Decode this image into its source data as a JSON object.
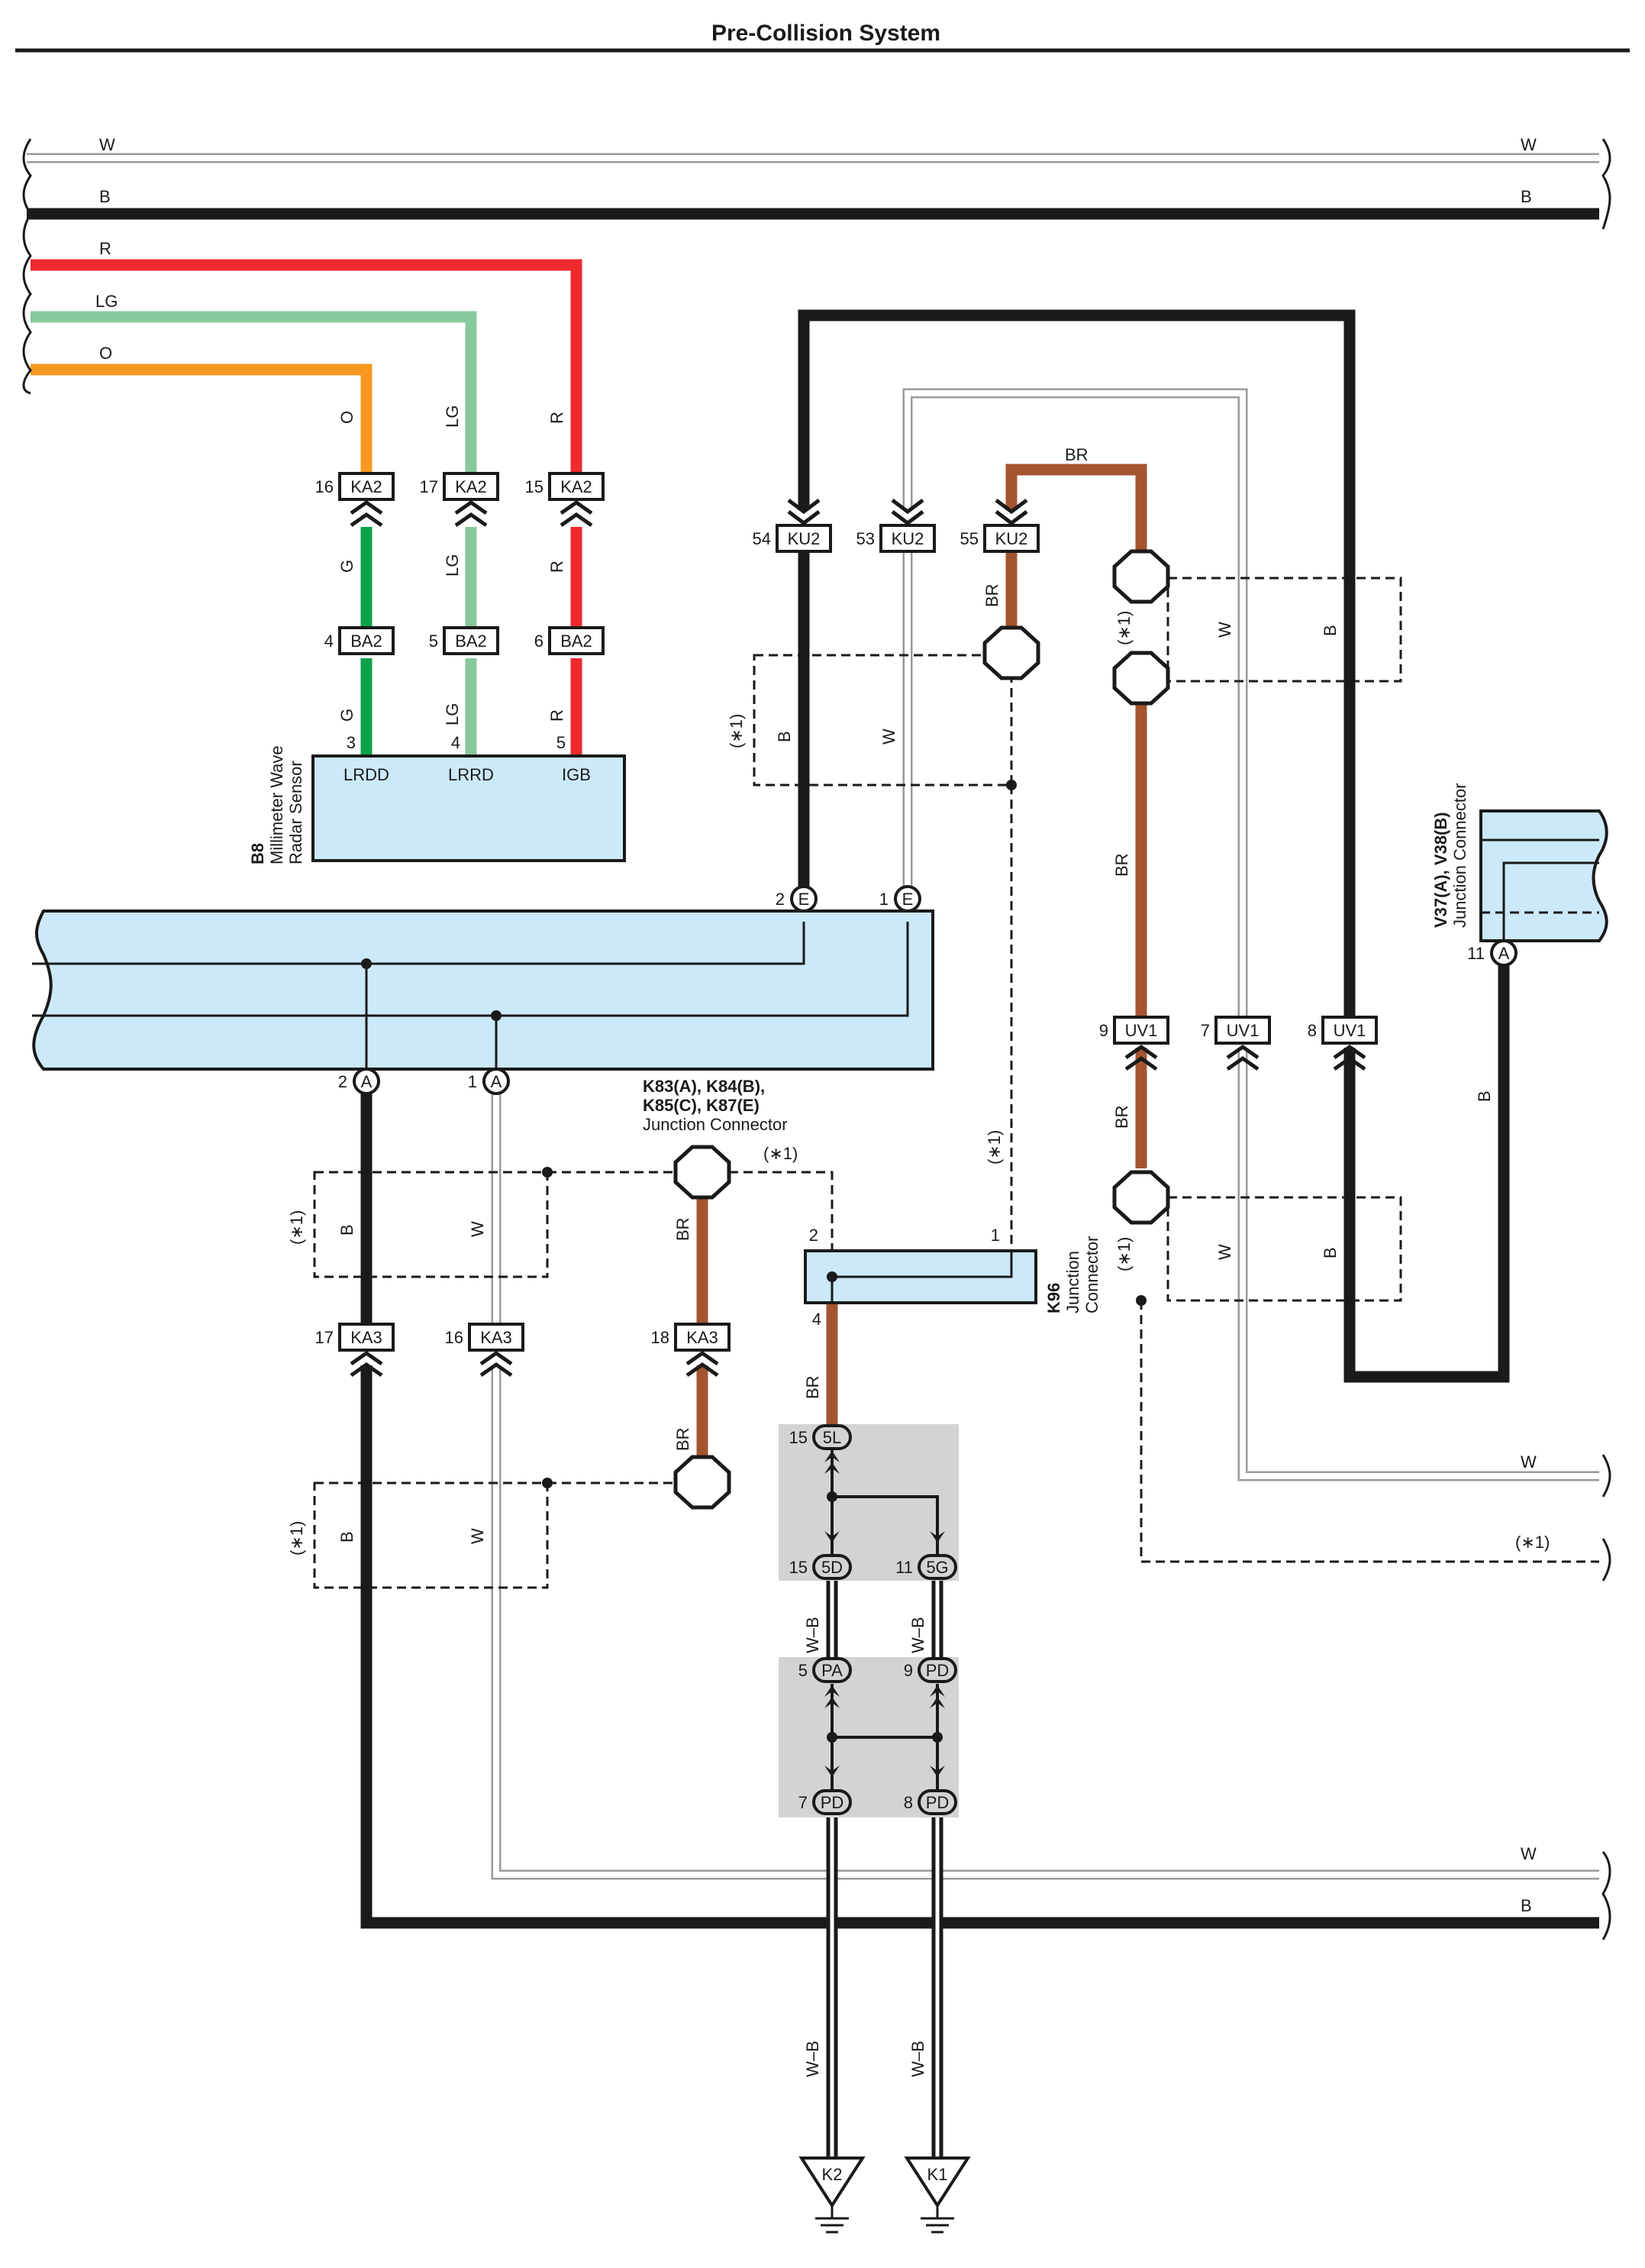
{
  "title": "Pre-Collision System",
  "colors": {
    "black": "#1a1a1a",
    "white_wire": "#9a9a9a",
    "red": "#ee2a2e",
    "light_green": "#86c99c",
    "orange": "#f7991f",
    "green": "#0aa24b",
    "brown": "#a4552f",
    "component_fill": "#cce9f9",
    "splice_panel": "#d2d3d5"
  },
  "wire_codes": {
    "W": "W",
    "B": "B",
    "R": "R",
    "LG": "LG",
    "O": "O",
    "G": "G",
    "BR": "BR",
    "WB": "W–B",
    "note": "(∗1)"
  },
  "connectors": {
    "KA2_16": {
      "pin": "16",
      "name": "KA2"
    },
    "KA2_17": {
      "pin": "17",
      "name": "KA2"
    },
    "KA2_15": {
      "pin": "15",
      "name": "KA2"
    },
    "BA2_4": {
      "pin": "4",
      "name": "BA2"
    },
    "BA2_5": {
      "pin": "5",
      "name": "BA2"
    },
    "BA2_6": {
      "pin": "6",
      "name": "BA2"
    },
    "KU2_54": {
      "pin": "54",
      "name": "KU2"
    },
    "KU2_53": {
      "pin": "53",
      "name": "KU2"
    },
    "KU2_55": {
      "pin": "55",
      "name": "KU2"
    },
    "UV1_9": {
      "pin": "9",
      "name": "UV1"
    },
    "UV1_7": {
      "pin": "7",
      "name": "UV1"
    },
    "UV1_8": {
      "pin": "8",
      "name": "UV1"
    },
    "KA3_17": {
      "pin": "17",
      "name": "KA3"
    },
    "KA3_16": {
      "pin": "16",
      "name": "KA3"
    },
    "KA3_18": {
      "pin": "18",
      "name": "KA3"
    }
  },
  "sensor": {
    "code": "B8",
    "name_line1": "Millimeter Wave",
    "name_line2": "Radar Sensor",
    "pins": [
      {
        "num": "3",
        "name": "LRDD"
      },
      {
        "num": "4",
        "name": "LRRD"
      },
      {
        "num": "5",
        "name": "IGB"
      }
    ]
  },
  "terminals": {
    "E2": {
      "num": "2",
      "letter": "E"
    },
    "E1": {
      "num": "1",
      "letter": "E"
    },
    "A2": {
      "num": "2",
      "letter": "A"
    },
    "A1": {
      "num": "1",
      "letter": "A"
    },
    "V37_11": {
      "num": "11",
      "letter": "A"
    }
  },
  "junction_k83": {
    "line1": "K83(A), K84(B),",
    "line2": "K85(C), K87(E)",
    "line3": "Junction Connector"
  },
  "junction_k96": {
    "code": "K96",
    "line1": "Junction",
    "line2": "Connector",
    "pin1": "1",
    "pin2": "2",
    "pin4": "4"
  },
  "junction_v37": {
    "code": "V37(A), V38(B)",
    "line1": "Junction Connector"
  },
  "splice": {
    "s5L": {
      "pin": "15",
      "name": "5L"
    },
    "s5D": {
      "pin": "15",
      "name": "5D"
    },
    "s5G": {
      "pin": "11",
      "name": "5G"
    },
    "sPA": {
      "pin": "5",
      "name": "PA"
    },
    "sPD9": {
      "pin": "9",
      "name": "PD"
    },
    "sPD7": {
      "pin": "7",
      "name": "PD"
    },
    "sPD8": {
      "pin": "8",
      "name": "PD"
    }
  },
  "grounds": {
    "k2": "K2",
    "k1": "K1"
  }
}
